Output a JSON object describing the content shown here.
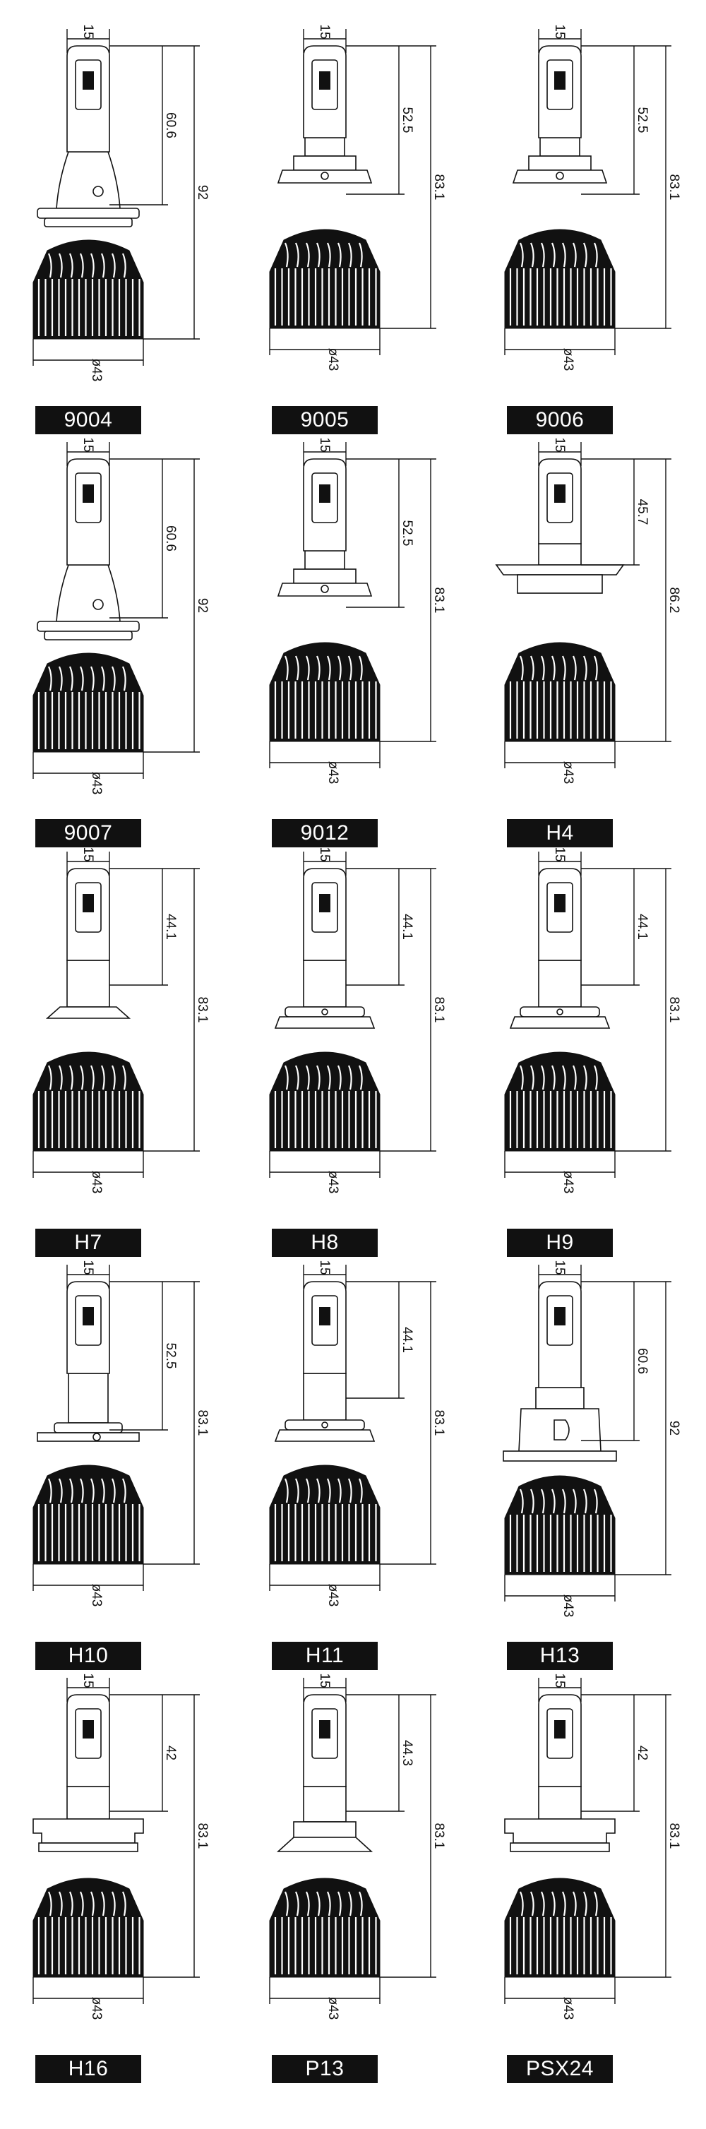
{
  "colors": {
    "ink": "#111111",
    "paper": "#ffffff"
  },
  "bulbs": [
    {
      "model": "9004",
      "width": "15",
      "led_height": "60.6",
      "total": "92",
      "diameter": "ø43",
      "base": "hb"
    },
    {
      "model": "9005",
      "width": "15",
      "led_height": "52.5",
      "total": "83.1",
      "diameter": "ø43",
      "base": "9005"
    },
    {
      "model": "9006",
      "width": "15",
      "led_height": "52.5",
      "total": "83.1",
      "diameter": "ø43",
      "base": "9005"
    },
    {
      "model": "9007",
      "width": "15",
      "led_height": "60.6",
      "total": "92",
      "diameter": "ø43",
      "base": "hb"
    },
    {
      "model": "9012",
      "width": "15",
      "led_height": "52.5",
      "total": "83.1",
      "diameter": "ø43",
      "base": "9005"
    },
    {
      "model": "H4",
      "width": "15",
      "led_height": "45.7",
      "total": "86.2",
      "diameter": "ø43",
      "base": "h4"
    },
    {
      "model": "H7",
      "width": "15",
      "led_height": "44.1",
      "total": "83.1",
      "diameter": "ø43",
      "base": "h7"
    },
    {
      "model": "H8",
      "width": "15",
      "led_height": "44.1",
      "total": "83.1",
      "diameter": "ø43",
      "base": "h8"
    },
    {
      "model": "H9",
      "width": "15",
      "led_height": "44.1",
      "total": "83.1",
      "diameter": "ø43",
      "base": "h8"
    },
    {
      "model": "H10",
      "width": "15",
      "led_height": "52.5",
      "total": "83.1",
      "diameter": "ø43",
      "base": "h10"
    },
    {
      "model": "H11",
      "width": "15",
      "led_height": "44.1",
      "total": "83.1",
      "diameter": "ø43",
      "base": "h8"
    },
    {
      "model": "H13",
      "width": "15",
      "led_height": "60.6",
      "total": "92",
      "diameter": "ø43",
      "base": "h13"
    },
    {
      "model": "H16",
      "width": "15",
      "led_height": "42",
      "total": "83.1",
      "diameter": "ø43",
      "base": "h16"
    },
    {
      "model": "P13",
      "width": "15",
      "led_height": "44.3",
      "total": "83.1",
      "diameter": "ø43",
      "base": "p13"
    },
    {
      "model": "PSX24",
      "width": "15",
      "led_height": "42",
      "total": "83.1",
      "diameter": "ø43",
      "base": "h16"
    }
  ]
}
